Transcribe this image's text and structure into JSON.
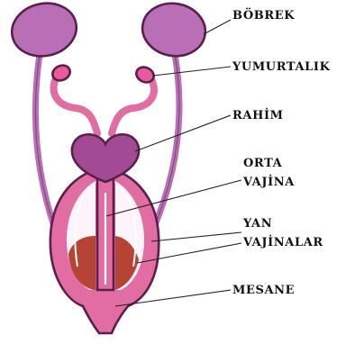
{
  "colors": {
    "organ_purple": "#b96fb5",
    "uterus_purple": "#a24a93",
    "ovary_pink": "#e95a9c",
    "tube_pink": "#e26da2",
    "bladder_red": "#b23a2a",
    "outline": "#5a1f4a"
  },
  "labels": {
    "kidney": "BÖBREK",
    "ovary": "YUMURTALIK",
    "uterus": "RAHİM",
    "middle_vagina_1": "ORTA",
    "middle_vagina_2": "VAJİNA",
    "lateral_vaginas_1": "YAN",
    "lateral_vaginas_2": "VAJİNALAR",
    "bladder": "MESANE"
  }
}
